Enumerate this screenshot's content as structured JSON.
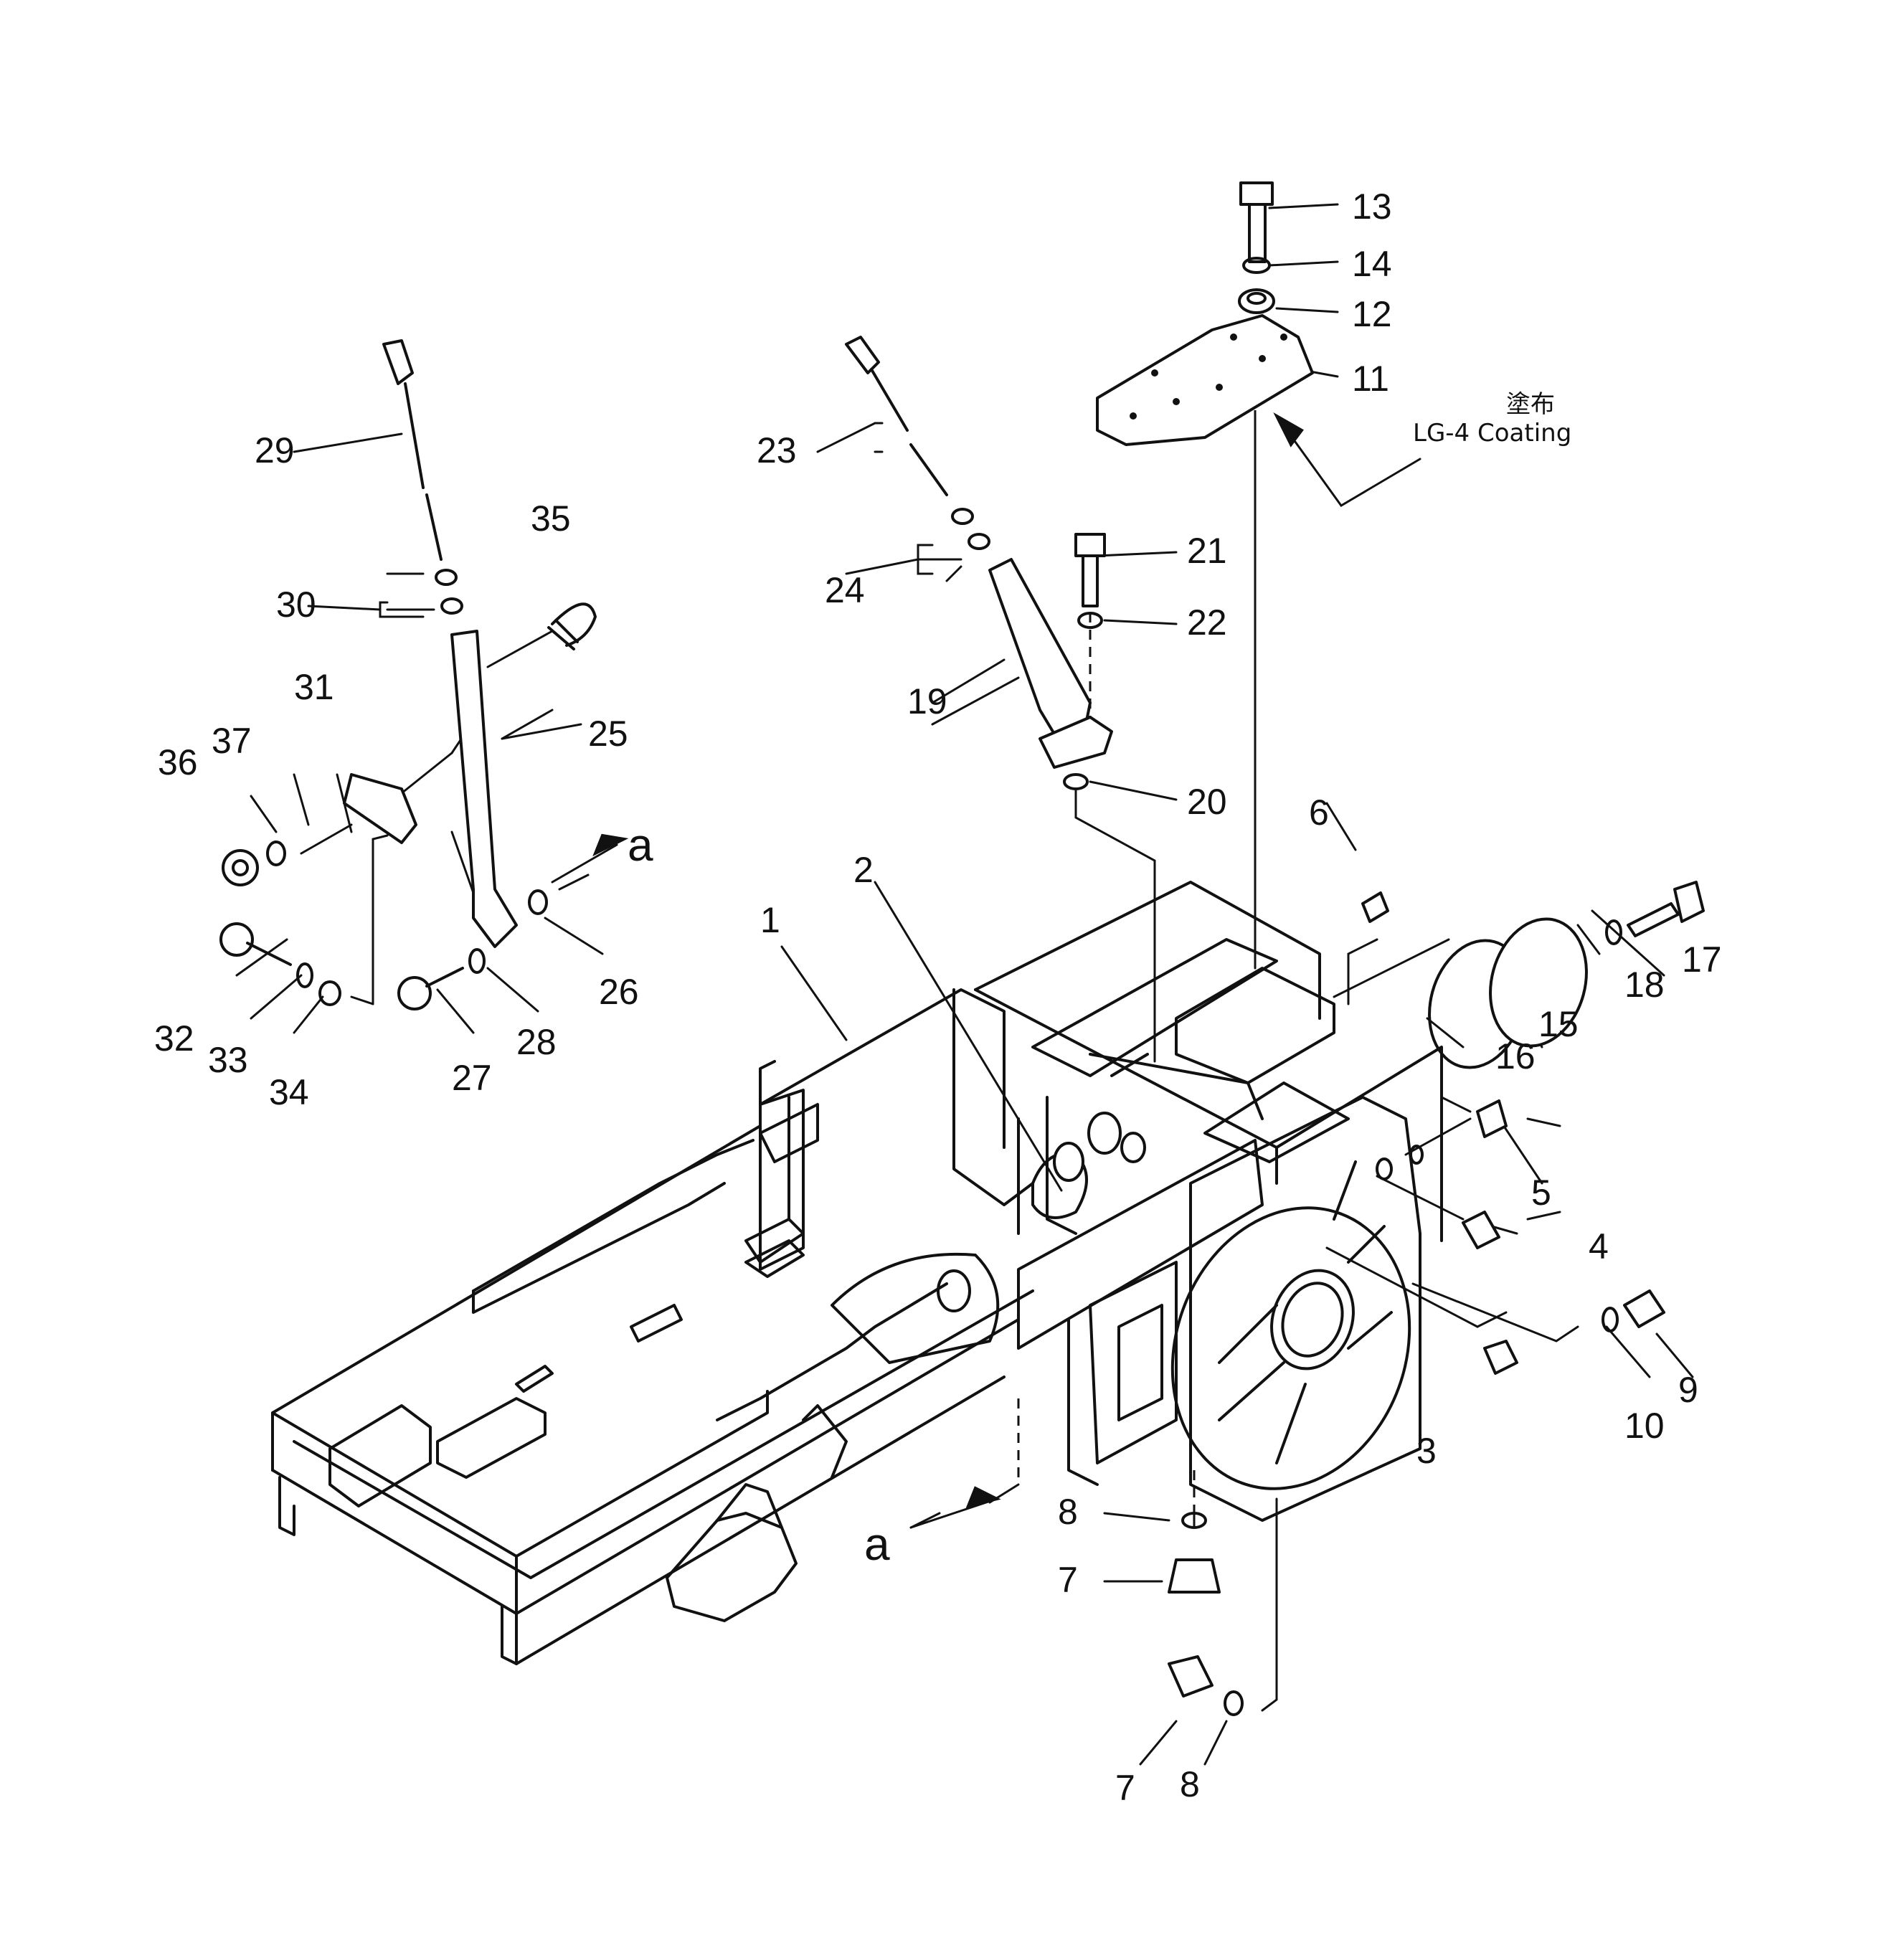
{
  "callouts": {
    "c1": "1",
    "c2": "2",
    "c3": "3",
    "c4": "4",
    "c5": "5",
    "c6": "6",
    "c7a": "7",
    "c7b": "7",
    "c8a": "8",
    "c8b": "8",
    "c9": "9",
    "c10": "10",
    "c11": "11",
    "c12": "12",
    "c13": "13",
    "c14": "14",
    "c15": "15",
    "c16": "16",
    "c17": "17",
    "c18": "18",
    "c19": "19",
    "c20": "20",
    "c21": "21",
    "c22": "22",
    "c23": "23",
    "c24": "24",
    "c25": "25",
    "c26": "26",
    "c27": "27",
    "c28": "28",
    "c29": "29",
    "c30": "30",
    "c31": "31",
    "c32": "32",
    "c33": "33",
    "c34": "34",
    "c35": "35",
    "c36": "36",
    "c37": "37"
  },
  "view_marks": {
    "upper": "a",
    "lower": "a"
  },
  "coating_note": {
    "japanese": "塗布",
    "english": "LG-4  Coating"
  }
}
